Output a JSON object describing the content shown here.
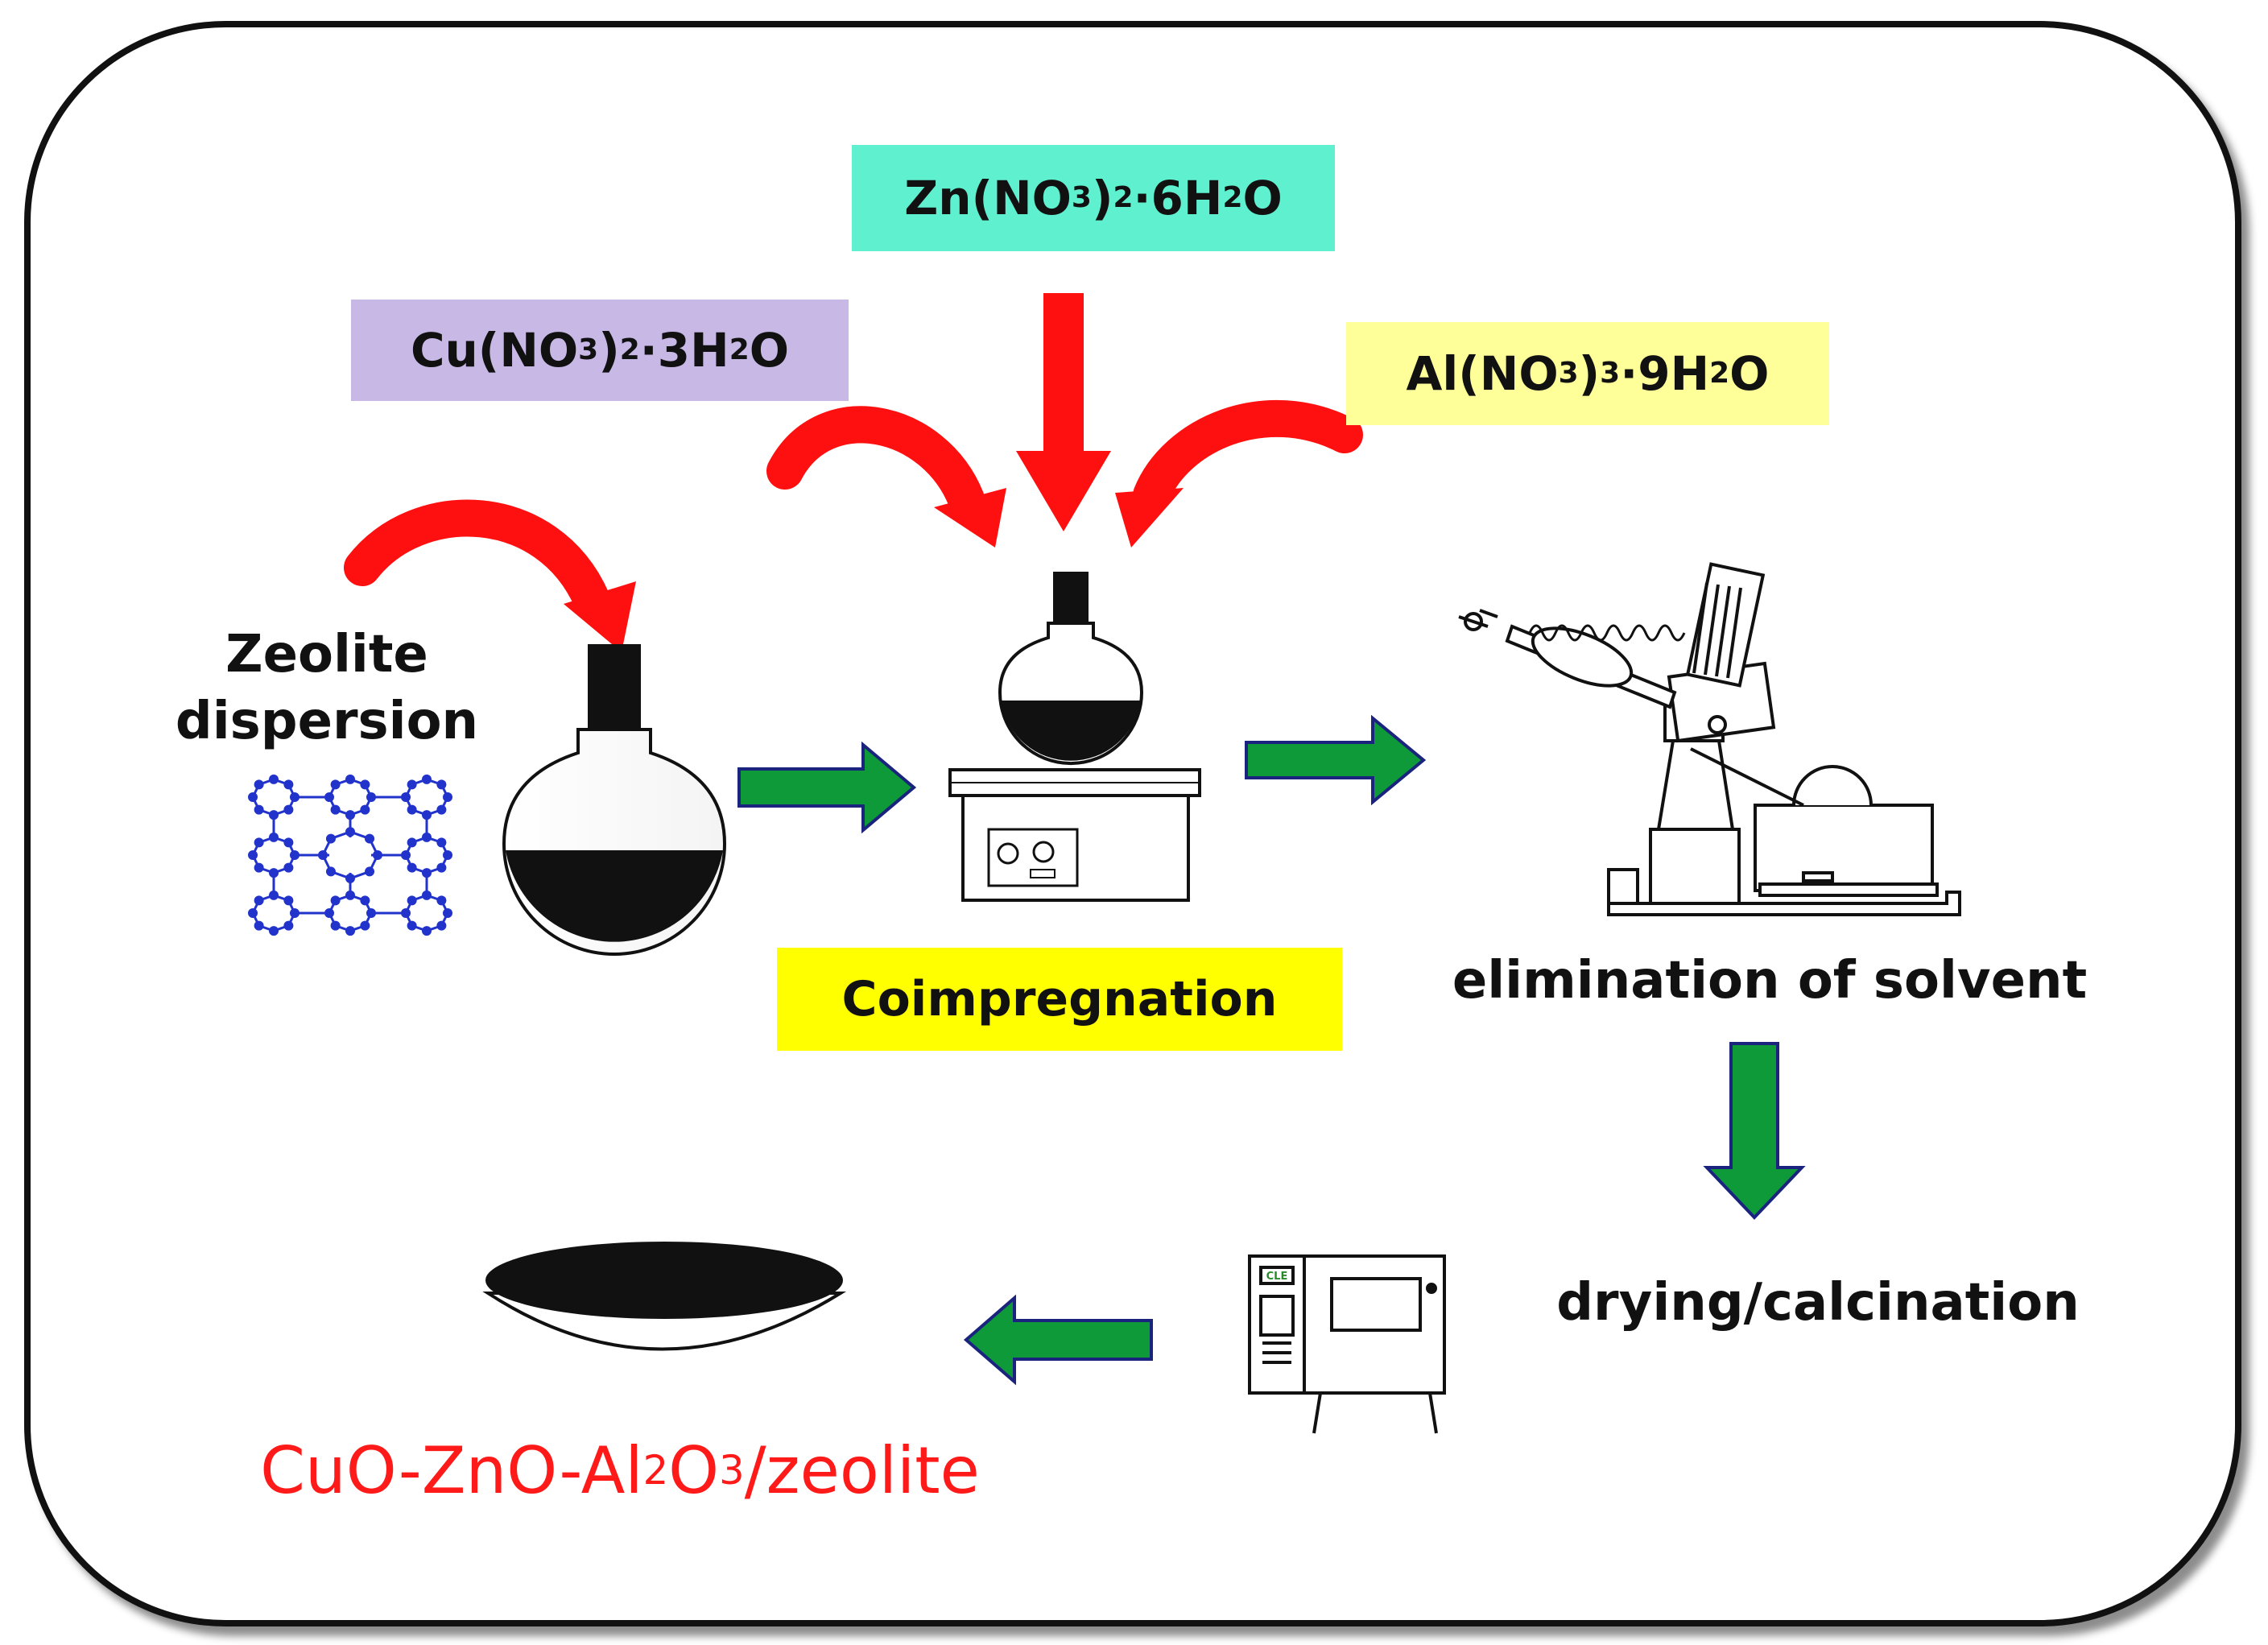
{
  "reagents": {
    "zn": {
      "main": "Zn(NO",
      "s1": "3",
      "mid": ")",
      "s2": "2",
      "rest": "·6H",
      "s3": "2",
      "end": "O"
    },
    "cu": {
      "main": "Cu(NO",
      "s1": "3",
      "mid": ")",
      "s2": "2",
      "rest": "·3H",
      "s3": "2",
      "end": "O"
    },
    "al": {
      "main": "Al(NO",
      "s1": "3",
      "mid": ")",
      "s2": "3",
      "rest": "·9H",
      "s3": "2",
      "end": "O"
    }
  },
  "steps": {
    "zeolite_line1": "Zeolite",
    "zeolite_line2": "dispersion",
    "coimpregnation": "Coimpregnation",
    "elimination": "elimination of solvent",
    "drying": "drying/calcination"
  },
  "product": {
    "p1": "CuO-ZnO-Al",
    "s1": "2",
    "p2": "O",
    "s2": "3",
    "p3": "/zeolite"
  },
  "oven_display": "CLE",
  "colors": {
    "curved_arrow": "#ff1010",
    "flow_arrow": "#0f9a3a",
    "flow_arrow_outline": "#1a237e",
    "zeolite_atoms": "#2233cc",
    "liquid": "#111111",
    "zn_box": "#5ff0d0",
    "cu_box": "#c8b8e6",
    "al_box": "#ffff99",
    "coimpregnation_box": "#ffff00",
    "product_text": "#ff1a1a"
  }
}
